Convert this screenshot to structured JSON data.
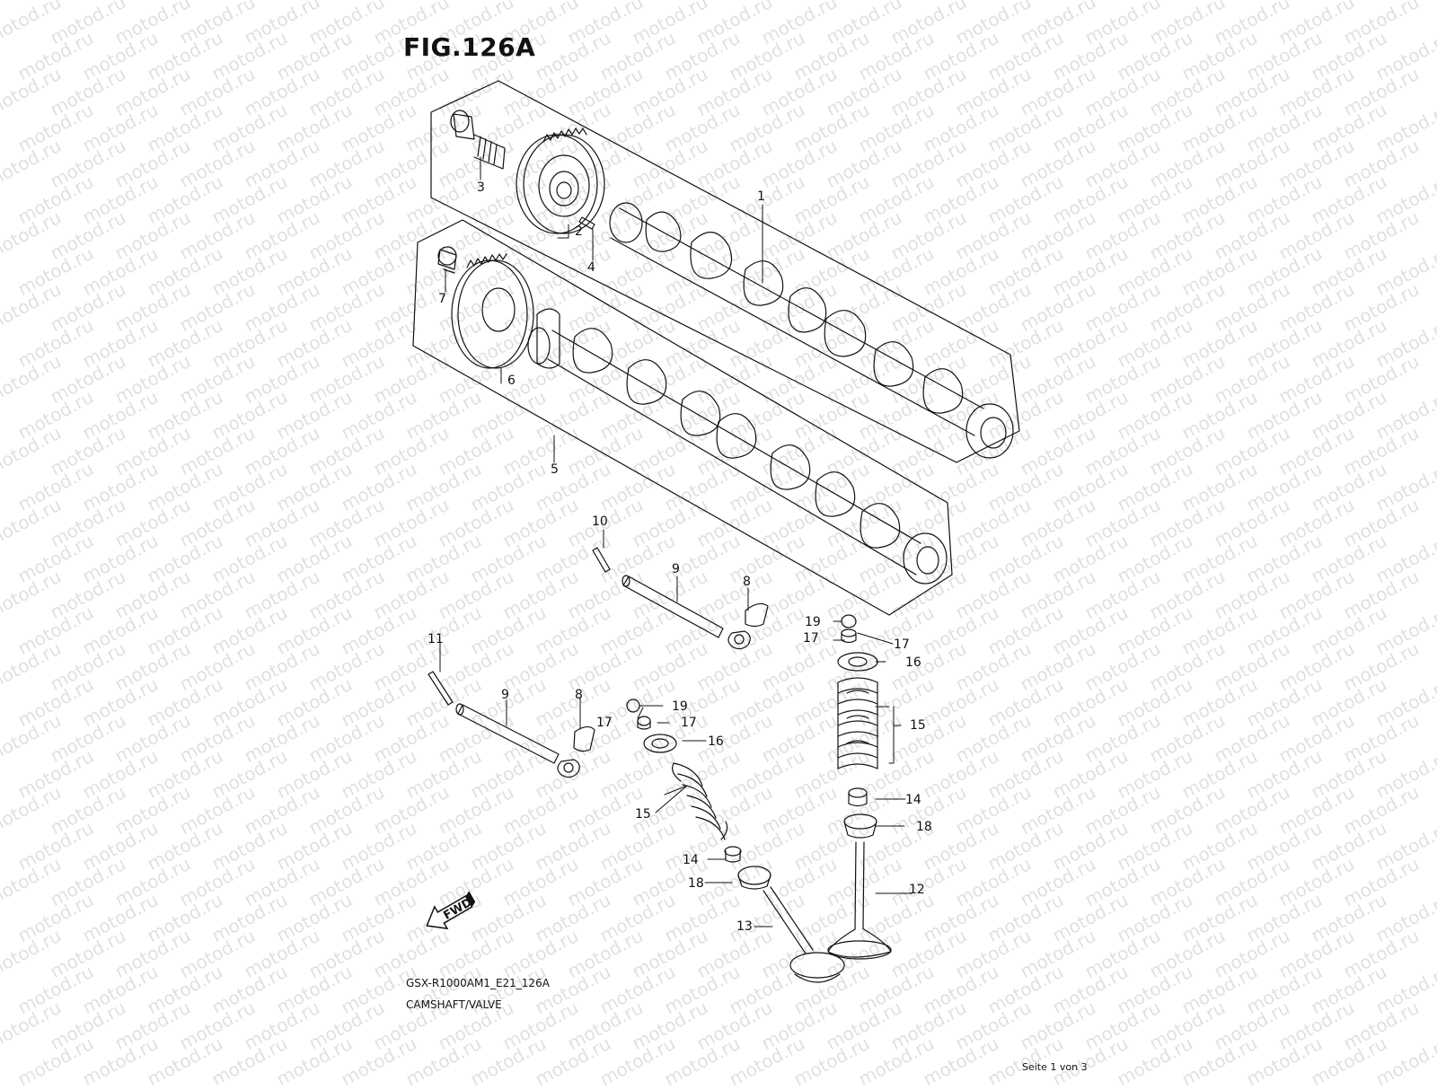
{
  "watermark": "motod.ru",
  "figure": {
    "title": "FIG.126A"
  },
  "footer": {
    "model_code": "GSX-R1000AM1_E21_126A",
    "section": "CAMSHAFT/VALVE",
    "page": "Seite 1 von 3"
  },
  "direction_arrow": {
    "label": "FWD",
    "icon": "fwd-arrow-icon"
  },
  "callouts": {
    "c1": "1",
    "c2": "2",
    "c3": "3",
    "c4": "4",
    "c5": "5",
    "c6": "6",
    "c7": "7",
    "c8a": "8",
    "c8b": "8",
    "c9a": "9",
    "c9b": "9",
    "c10": "10",
    "c11": "11",
    "c12": "12",
    "c13": "13",
    "c14a": "14",
    "c14b": "14",
    "c15a": "15",
    "c15b": "15",
    "c16a": "16",
    "c16b": "16",
    "c17a": "17",
    "c17b": "17",
    "c17c": "17",
    "c17d": "17",
    "c18a": "18",
    "c18b": "18",
    "c19a": "19",
    "c19b": "19"
  },
  "colors": {
    "line": "#111111",
    "watermark": "#c8c8c8",
    "background": "#ffffff"
  }
}
